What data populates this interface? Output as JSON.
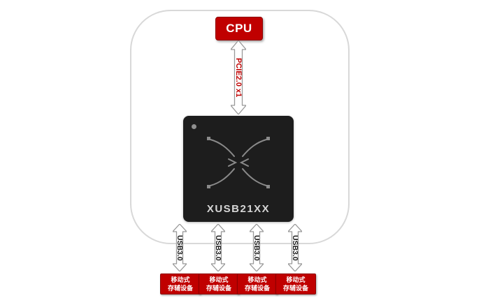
{
  "diagram": {
    "cpu_label": "CPU",
    "pcie_label": "PCIE2.0 x1",
    "chip_label": "XUSB21XX",
    "ports": [
      {
        "bus_label": "USB3.0",
        "device_line1": "移动式",
        "device_line2": "存辅设备"
      },
      {
        "bus_label": "USB3.0",
        "device_line1": "移动式",
        "device_line2": "存辅设备"
      },
      {
        "bus_label": "USB3.0",
        "device_line1": "移动式",
        "device_line2": "存辅设备"
      },
      {
        "bus_label": "USB3.0",
        "device_line1": "移动式",
        "device_line2": "存辅设备"
      }
    ],
    "colors": {
      "accent_red": "#c00000",
      "chip_background": "#1d1d1d",
      "outline_gray": "#d8d8d8",
      "arrow_stroke": "#999999"
    }
  }
}
